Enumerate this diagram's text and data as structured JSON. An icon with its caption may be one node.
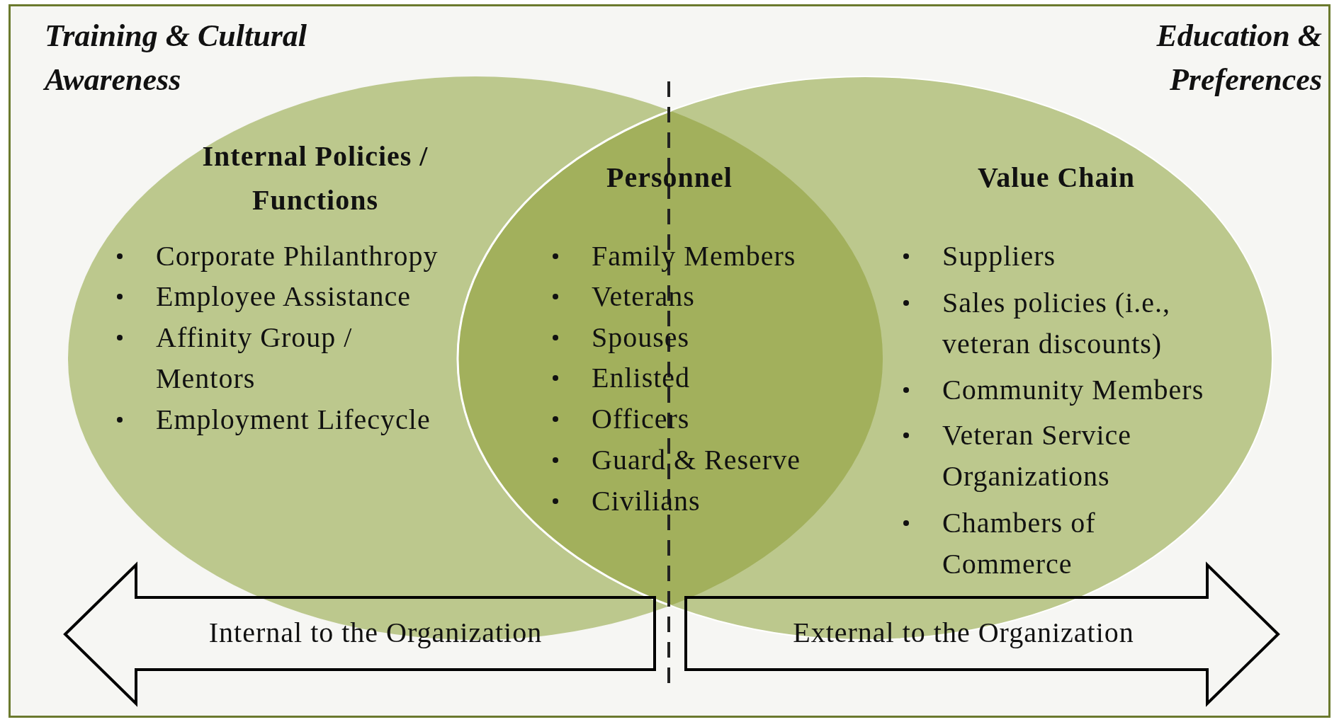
{
  "diagram": {
    "nodes": [
      {
        "text": [
          "Internal Policies / Functions",
          "Corporate Philanthropy",
          "Employee Assistance",
          "Affinity Group / Mentors",
          "Employment Lifecycle"
        ]
      },
      {
        "text": [
          "Value Chain",
          "Suppliers",
          "Sales policies (i.e., veteran discounts)",
          "Community Members",
          "Veteran Service Organizations",
          "Chambers of Commerce"
        ]
      },
      {
        "text": [
          "Personnel",
          "Family Members",
          "Veterans",
          "Spouses",
          "Enlisted",
          "Officers",
          "Guard & Reserve",
          "Civilians"
        ]
      },
      {
        "text": [
          "Internal to the Organization"
        ]
      },
      {
        "text": [
          "External to the Organization"
        ]
      }
    ],
    "labels": [
      "Training & Cultural Awareness",
      "Education & Preferences"
    ]
  }
}
